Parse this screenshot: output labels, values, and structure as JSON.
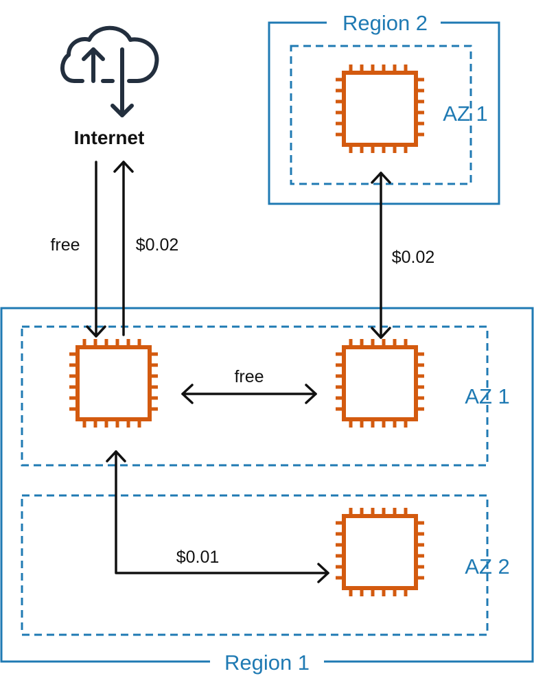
{
  "diagram": {
    "internet": {
      "label": "Internet",
      "icon": "cloud-upload-download-icon"
    },
    "region1": {
      "label": "Region 1",
      "az1_label": "AZ 1",
      "az2_label": "AZ 2"
    },
    "region2": {
      "label": "Region 2",
      "az1_label": "AZ 1"
    },
    "instance_icon": "ec2-chip-icon",
    "costs": {
      "inbound_internet": "free",
      "outbound_internet": "$0.02",
      "same_az": "free",
      "cross_az": "$0.01",
      "cross_region": "$0.02"
    },
    "colors": {
      "region_border": "#1f7ab3",
      "chip": "#d35a0f",
      "arrow": "#111111",
      "cloud": "#232f3e"
    }
  }
}
